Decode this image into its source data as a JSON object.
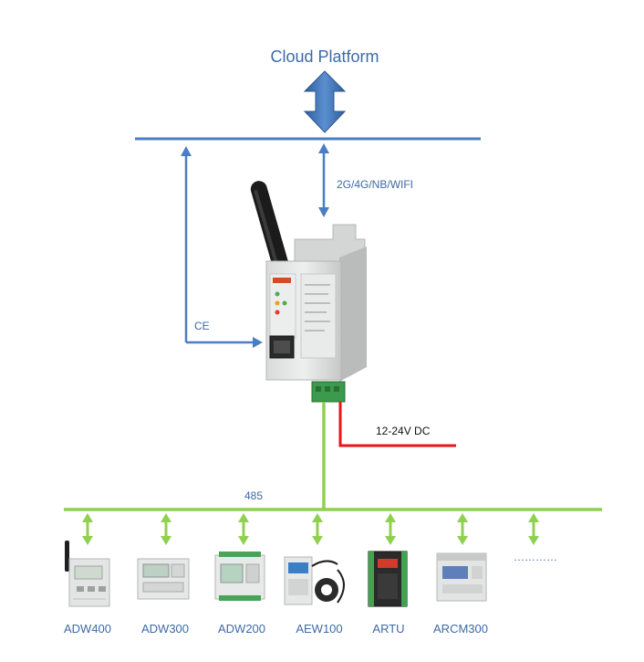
{
  "title": "Cloud Platform",
  "labels": {
    "wireless": "2G/4G/NB/WIFI",
    "ce": "CE",
    "power": "12-24V DC",
    "bus": "485"
  },
  "devices": [
    {
      "label": "ADW400",
      "icon": "wireless-meter-icon"
    },
    {
      "label": "ADW300",
      "icon": "energy-meter-icon"
    },
    {
      "label": "ADW200",
      "icon": "energy-meter-icon"
    },
    {
      "label": "AEW100",
      "icon": "ct-meter-icon"
    },
    {
      "label": "ARTU",
      "icon": "rtu-module-icon"
    },
    {
      "label": "ARCM300",
      "icon": "residual-current-monitor-icon"
    }
  ],
  "more_devices": "…………",
  "colors": {
    "network": "#4a7ec2",
    "bus": "#8fd14f",
    "power": "#e8141a",
    "label": "#3d6aa6"
  }
}
